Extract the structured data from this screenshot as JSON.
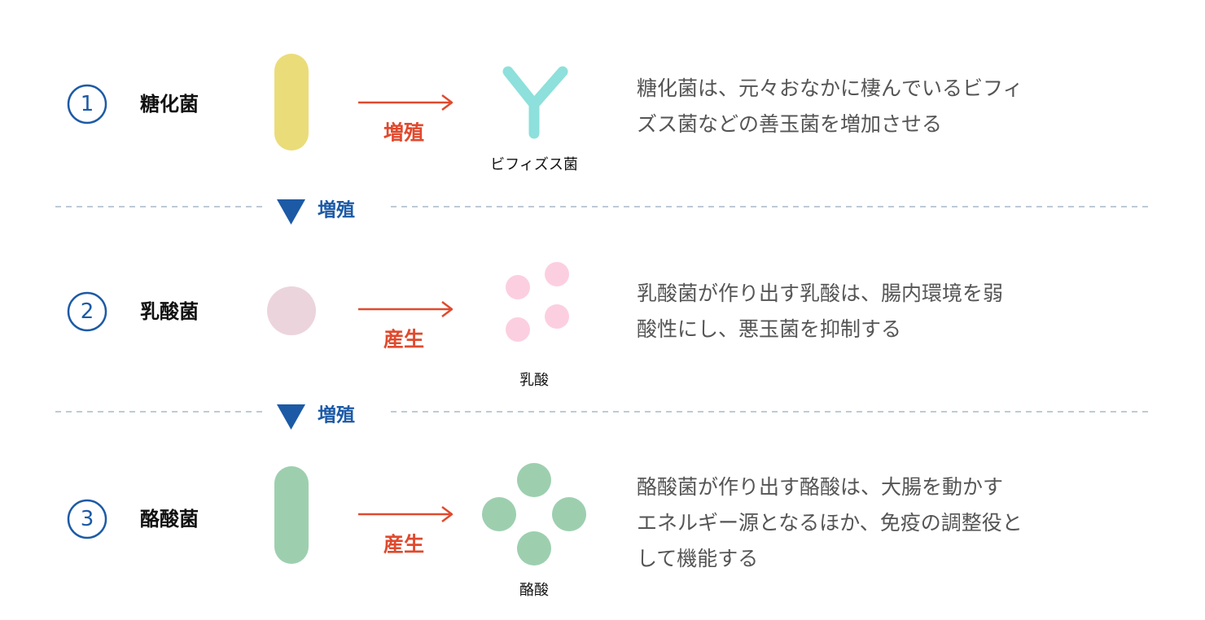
{
  "colors": {
    "blue": "#1c5aa6",
    "red": "#e04a2e",
    "yellow": "#ebdc7a",
    "teal": "#8de0db",
    "pink_cell": "#ecd4dc",
    "pink_dot": "#fccfe0",
    "green": "#9dcfaf",
    "dash": "#a8b8c8"
  },
  "rows": [
    {
      "number": "①",
      "name": "糖化菌",
      "action": "増殖",
      "product": "ビフィズス菌",
      "description": [
        "糖化菌は、元々おなかに棲んでいるビフィ",
        "ズス菌などの善玉菌を増加させる"
      ]
    },
    {
      "number": "②",
      "name": "乳酸菌",
      "action": "産生",
      "product": "乳酸",
      "description": [
        "乳酸菌が作り出す乳酸は、腸内環境を弱",
        "酸性にし、悪玉菌を抑制する"
      ]
    },
    {
      "number": "③",
      "name": "酪酸菌",
      "action": "産生",
      "product": "酪酸",
      "description": [
        "酪酸菌が作り出す酪酸は、大腸を動かす",
        "エネルギー源となるほか、免疫の調整役と",
        "して機能する"
      ]
    }
  ],
  "steps": [
    "増殖",
    "増殖"
  ]
}
